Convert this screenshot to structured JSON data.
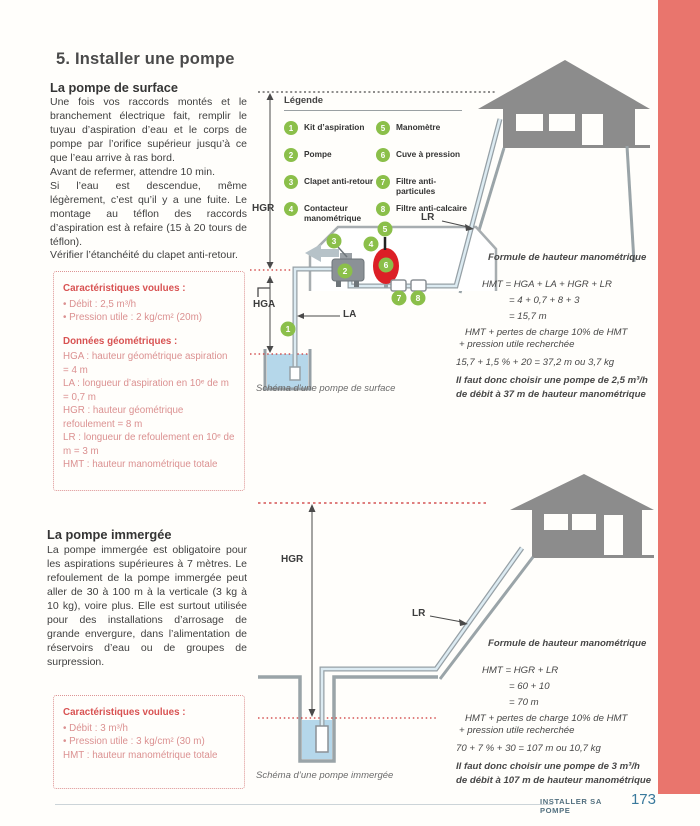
{
  "page": {
    "title": "5. Installer une pompe",
    "accent_color": "#e9756d",
    "footer": {
      "label": "INSTALLER SA POMPE",
      "page_number": "173"
    }
  },
  "surface_section": {
    "heading": "La pompe de surface",
    "paragraphs": [
      "Une fois vos raccords montés et le branchement électrique fait, remplir le tuyau d’aspiration d’eau et le corps de pompe par l’orifice supérieur jusqu’à ce que l’eau arrive à ras bord.",
      "Avant de refermer, attendre 10 min.",
      "Si l’eau est descendue, même légèrement, c’est qu’il y a une fuite. Le montage au téflon des raccords d’aspiration est à refaire (15 à 20 tours de téflon).",
      "Vérifier l’étanchéité du clapet anti-retour."
    ],
    "specs_box": {
      "heading1": "Caractéristiques voulues :",
      "items1": [
        "• Débit : 2,5 m³/h",
        "• Pression utile : 2 kg/cm² (20m)"
      ],
      "heading2": "Données géométriques :",
      "items2": [
        "HGA : hauteur géométrique aspiration = 4 m",
        "LA : longueur d’aspiration en 10ᵉ de m = 0,7 m",
        "HGR : hauteur géométrique refoulement = 8 m",
        "LR : longueur de refoulement en 10ᵉ de m = 3 m",
        "HMT : hauteur manométrique totale"
      ]
    },
    "diagram": {
      "legend_title": "Légende",
      "legend": [
        {
          "num": "1",
          "label": "Kit d’aspiration"
        },
        {
          "num": "2",
          "label": "Pompe"
        },
        {
          "num": "3",
          "label": "Clapet anti-retour"
        },
        {
          "num": "4",
          "label": "Contacteur manométrique"
        },
        {
          "num": "5",
          "label": "Manomètre"
        },
        {
          "num": "6",
          "label": "Cuve à pression"
        },
        {
          "num": "7",
          "label": "Filtre anti-particules"
        },
        {
          "num": "8",
          "label": "Filtre anti-calcaire"
        }
      ],
      "labels": {
        "hgr": "HGR",
        "hga": "HGA",
        "la": "LA",
        "lr": "LR"
      },
      "caption": "Schéma d’une pompe de surface"
    },
    "formula": {
      "title": "Formule de hauteur manométrique",
      "eq1": "HMT = HGA + LA + HGR + LR",
      "eq2": "= 4 + 0,7 + 8 + 3",
      "eq3": "= 15,7 m",
      "note1": "HMT + pertes de charge 10% de HMT",
      "note2": "+ pression utile recherchée",
      "calc": "15,7 + 1,5 % + 20 = 37,2 m ou 3,7 kg",
      "conclusion1": "Il faut donc choisir une pompe de 2,5 m³/h",
      "conclusion2": "de débit à 37 m de hauteur manométrique"
    }
  },
  "submersible_section": {
    "heading": "La pompe immergée",
    "paragraphs": [
      "La pompe immergée est obligatoire pour les aspirations supérieures à 7 mètres. Le refoulement de la pompe immergée peut aller de 30 à 100 m à la verticale (3 kg à 10 kg), voire plus. Elle est surtout utilisée pour des installations d’arrosage de grande envergure, dans l’alimentation de réservoirs d’eau ou de groupes de surpression."
    ],
    "specs_box": {
      "heading1": "Caractéristiques voulues :",
      "items1": [
        "• Débit : 3 m³/h",
        "• Pression utile : 3 kg/cm² (30 m)",
        "HMT : hauteur manométrique totale"
      ]
    },
    "diagram": {
      "labels": {
        "hgr": "HGR",
        "lr": "LR"
      },
      "caption": "Schéma d’une pompe immergée"
    },
    "formula": {
      "title": "Formule de hauteur manométrique",
      "eq1": "HMT = HGR + LR",
      "eq2": "= 60 + 10",
      "eq3": "= 70  m",
      "note1": "HMT + pertes de charge 10% de HMT",
      "note2": "+ pression utile recherchée",
      "calc": "70 + 7 % + 30 = 107 m ou 10,7 kg",
      "conclusion1": "Il faut donc choisir une pompe de 3 m³/h",
      "conclusion2": "de débit à 107 m de hauteur manométrique"
    }
  }
}
